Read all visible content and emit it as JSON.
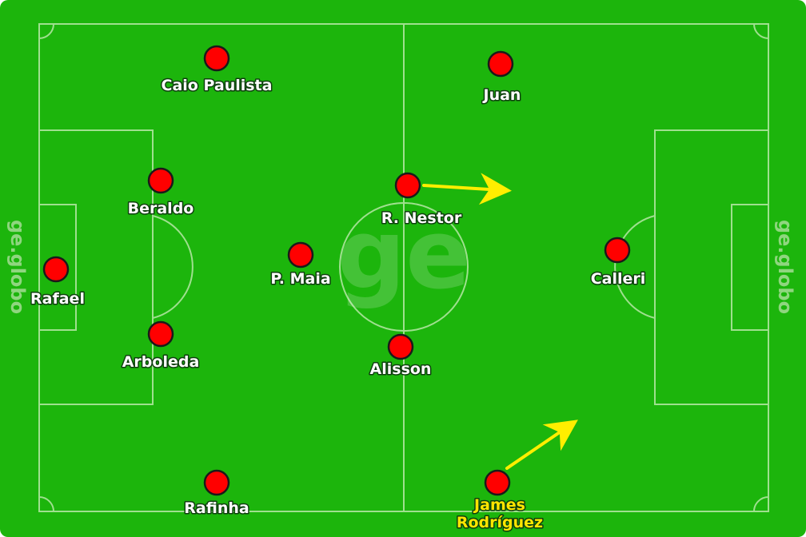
{
  "brand": {
    "side_text": "ge.globo",
    "center_logo": "ge"
  },
  "colors": {
    "pitch": "#1cb50c",
    "lines": "#9fe08f",
    "player": "#ff0000",
    "player_outline": "#1a1a1a",
    "label": "#ffffff",
    "highlight_label": "#ffe600",
    "arrow": "#ffee00",
    "brand_text": "#8fd67f"
  },
  "players": [
    {
      "id": "rafael",
      "name": "Rafael",
      "lines": [
        "Rafael"
      ],
      "highlight": false
    },
    {
      "id": "beraldo",
      "name": "Beraldo",
      "lines": [
        "Beraldo"
      ],
      "highlight": false
    },
    {
      "id": "arboleda",
      "name": "Arboleda",
      "lines": [
        "Arboleda"
      ],
      "highlight": false
    },
    {
      "id": "caio-paulista",
      "name": "Caio Paulista",
      "lines": [
        "Caio Paulista"
      ],
      "highlight": false
    },
    {
      "id": "rafinha",
      "name": "Rafinha",
      "lines": [
        "Rafinha"
      ],
      "highlight": false
    },
    {
      "id": "p-maia",
      "name": "P. Maia",
      "lines": [
        "P. Maia"
      ],
      "highlight": false
    },
    {
      "id": "r-nestor",
      "name": "R. Nestor",
      "lines": [
        "R. Nestor"
      ],
      "highlight": false
    },
    {
      "id": "alisson",
      "name": "Alisson",
      "lines": [
        "Alisson"
      ],
      "highlight": false
    },
    {
      "id": "juan",
      "name": "Juan",
      "lines": [
        "Juan"
      ],
      "highlight": false
    },
    {
      "id": "calleri",
      "name": "Calleri",
      "lines": [
        "Calleri"
      ],
      "highlight": false
    },
    {
      "id": "james-rodriguez",
      "name": "James Rodríguez",
      "lines": [
        "James",
        "Rodríguez"
      ],
      "highlight": true
    }
  ],
  "movement_arrows": [
    {
      "player": "R. Nestor"
    },
    {
      "player": "James Rodríguez"
    }
  ]
}
